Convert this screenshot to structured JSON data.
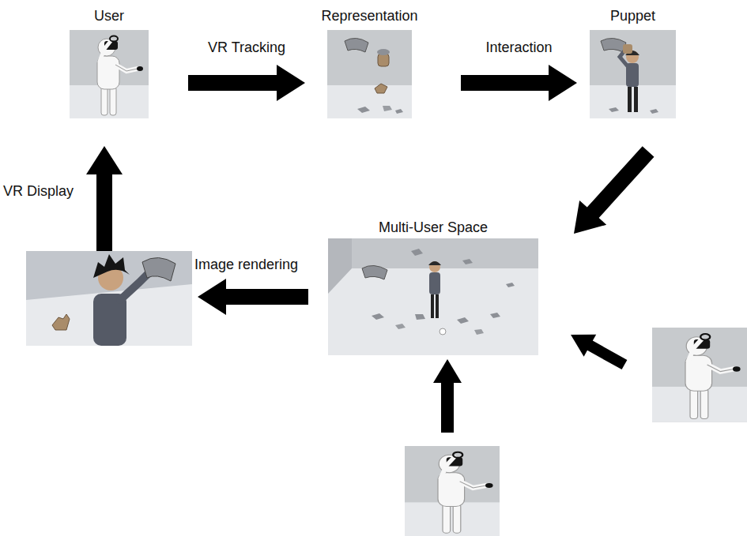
{
  "diagram": {
    "nodes": [
      {
        "text": [
          "User"
        ]
      },
      {
        "text": [
          "Representation"
        ]
      },
      {
        "text": [
          "Puppet"
        ]
      },
      {
        "text": [
          "Multi-User Space"
        ]
      }
    ],
    "edges": [
      {
        "from": 0,
        "to": 1,
        "arrow": "to",
        "label": "VR Tracking"
      },
      {
        "from": 1,
        "to": 2,
        "arrow": "to",
        "label": "Interaction"
      },
      {
        "from": 2,
        "to": 3,
        "arrow": "to"
      }
    ],
    "labels": [
      "Image rendering",
      "VR Display"
    ]
  }
}
